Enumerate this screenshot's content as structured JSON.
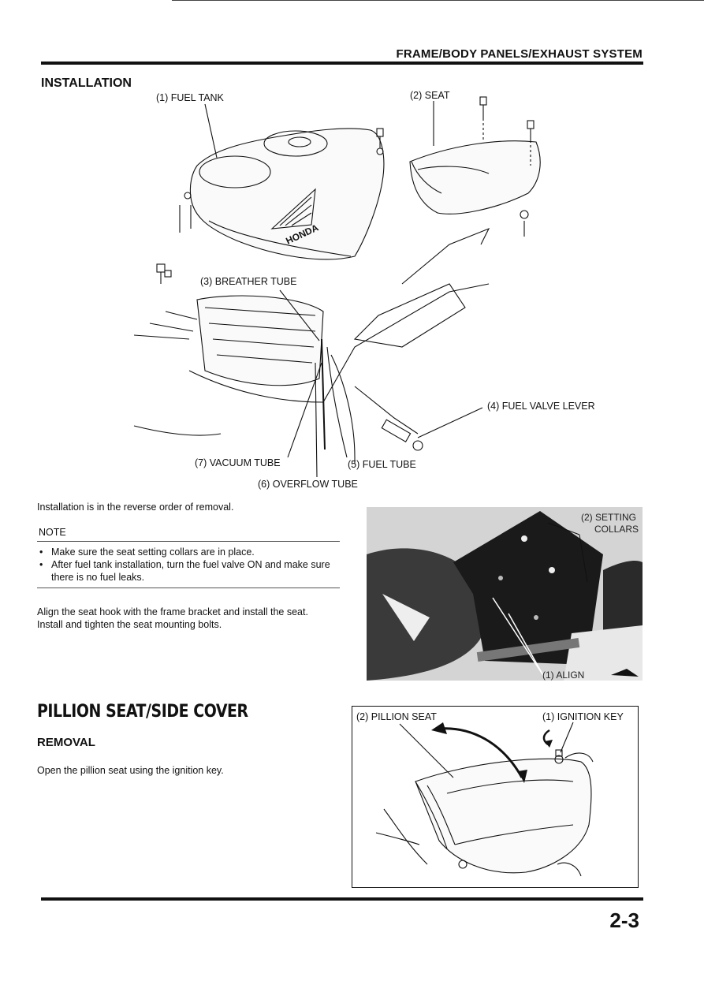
{
  "header": {
    "section_title": "FRAME/BODY PANELS/EXHAUST SYSTEM"
  },
  "installation": {
    "heading": "INSTALLATION",
    "figure_labels": {
      "fuel_tank": "(1) FUEL TANK",
      "seat": "(2) SEAT",
      "breather_tube": "(3) BREATHER TUBE",
      "fuel_valve_lever": "(4) FUEL VALVE LEVER",
      "fuel_tube": "(5) FUEL TUBE",
      "overflow_tube": "(6) OVERFLOW TUBE",
      "vacuum_tube": "(7) VACUUM TUBE",
      "tank_brand": "HONDA"
    },
    "intro": "Installation is in the reverse order of removal.",
    "note_label": "NOTE",
    "notes": [
      "Make sure the seat setting collars are in place.",
      "After fuel tank installation, turn the fuel valve ON and make sure there is no fuel leaks."
    ],
    "para1": "Align the seat hook with the frame bracket and install the seat.",
    "para2": "Install and tighten the seat mounting bolts.",
    "photo_labels": {
      "setting_collars_1": "(2) SETTING",
      "setting_collars_2": "COLLARS",
      "align": "(1) ALIGN"
    }
  },
  "pillion": {
    "title": "PILLION SEAT/SIDE COVER",
    "removal_heading": "REMOVAL",
    "removal_text": "Open the pillion seat using the ignition key.",
    "figure_labels": {
      "pillion_seat": "(2) PILLION SEAT",
      "ignition_key": "(1) IGNITION KEY"
    }
  },
  "footer": {
    "page_number": "2-3"
  }
}
